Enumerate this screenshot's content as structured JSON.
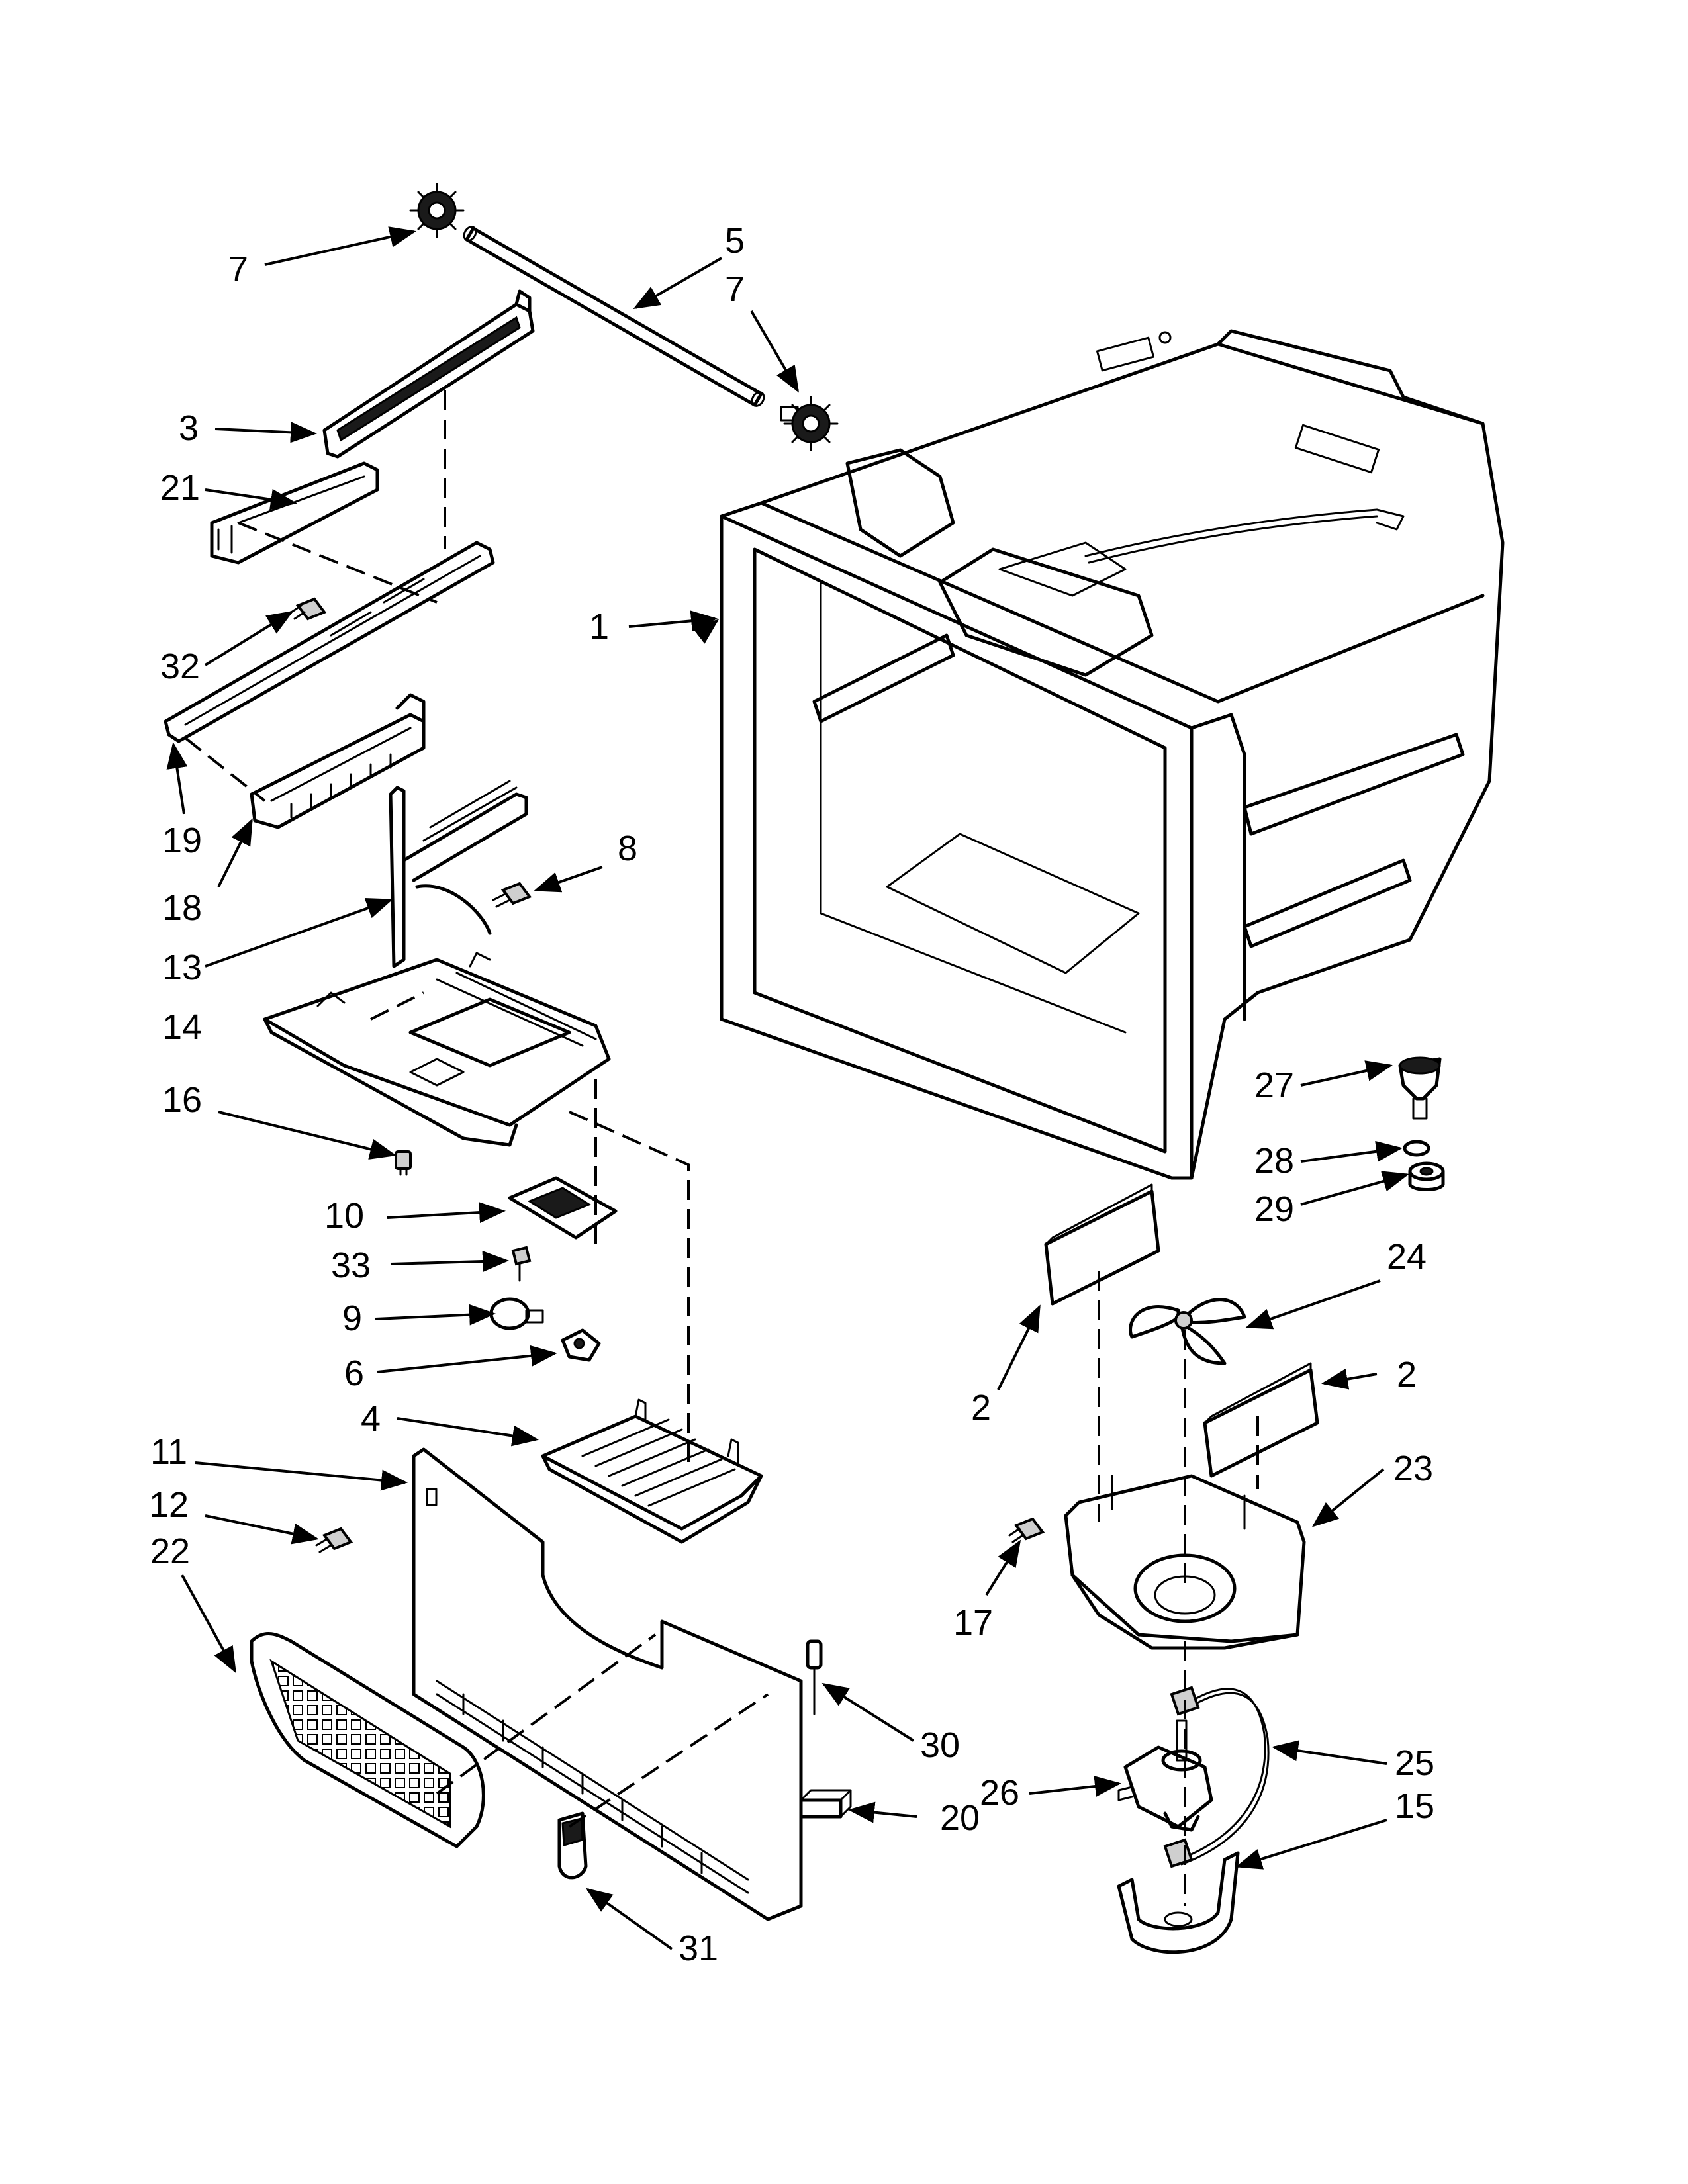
{
  "callouts": [
    {
      "label": "1"
    },
    {
      "label": "2"
    },
    {
      "label": "2"
    },
    {
      "label": "3"
    },
    {
      "label": "4"
    },
    {
      "label": "5"
    },
    {
      "label": "6"
    },
    {
      "label": "7"
    },
    {
      "label": "7"
    },
    {
      "label": "8"
    },
    {
      "label": "9"
    },
    {
      "label": "10"
    },
    {
      "label": "11"
    },
    {
      "label": "12"
    },
    {
      "label": "13"
    },
    {
      "label": "14"
    },
    {
      "label": "15"
    },
    {
      "label": "16"
    },
    {
      "label": "17"
    },
    {
      "label": "18"
    },
    {
      "label": "19"
    },
    {
      "label": "20"
    },
    {
      "label": "21"
    },
    {
      "label": "22"
    },
    {
      "label": "23"
    },
    {
      "label": "24"
    },
    {
      "label": "25"
    },
    {
      "label": "26"
    },
    {
      "label": "27"
    },
    {
      "label": "28"
    },
    {
      "label": "29"
    },
    {
      "label": "30"
    },
    {
      "label": "31"
    },
    {
      "label": "32"
    },
    {
      "label": "33"
    }
  ]
}
